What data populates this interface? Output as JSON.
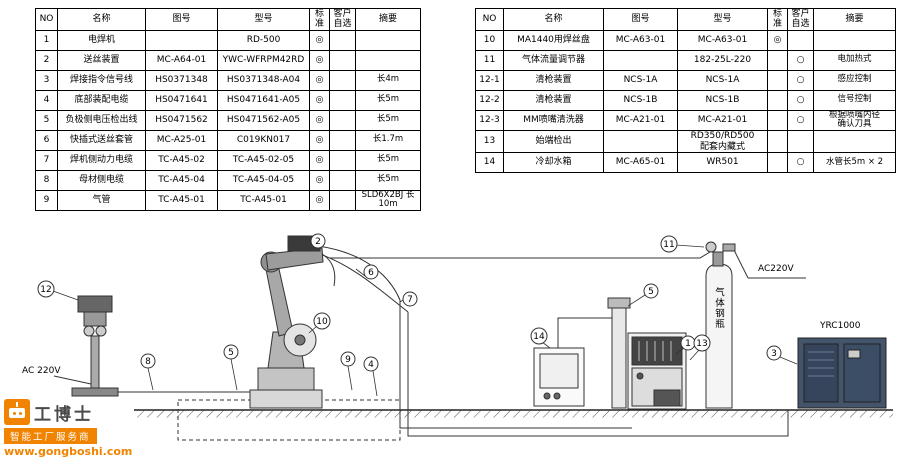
{
  "left_table": {
    "headers": [
      "NO",
      "名称",
      "图号",
      "型号",
      "标准",
      "客户\n自选",
      "摘要"
    ],
    "rows": [
      [
        "1",
        "电焊机",
        "",
        "RD-500",
        "◎",
        "",
        ""
      ],
      [
        "2",
        "送丝装置",
        "MC-A64-01",
        "YWC-WFRPM42RD",
        "◎",
        "",
        ""
      ],
      [
        "3",
        "焊接指令信号线",
        "HS0371348",
        "HS0371348-A04",
        "◎",
        "",
        "长4m"
      ],
      [
        "4",
        "底部装配电缆",
        "HS0471641",
        "HS0471641-A05",
        "◎",
        "",
        "长5m"
      ],
      [
        "5",
        "负极侧电压检出线",
        "HS0471562",
        "HS0471562-A05",
        "◎",
        "",
        "长5m"
      ],
      [
        "6",
        "快插式送丝套管",
        "MC-A25-01",
        "C019KN017",
        "◎",
        "",
        "长1.7m"
      ],
      [
        "7",
        "焊机侧动力电缆",
        "TC-A45-02",
        "TC-A45-02-05",
        "◎",
        "",
        "长5m"
      ],
      [
        "8",
        "母材侧电缆",
        "TC-A45-04",
        "TC-A45-04-05",
        "◎",
        "",
        "长5m"
      ],
      [
        "9",
        "气管",
        "TC-A45-01",
        "TC-A45-01",
        "◎",
        "",
        "SLD6X2BJ 长10m"
      ]
    ]
  },
  "right_table": {
    "headers": [
      "NO",
      "名称",
      "图号",
      "型号",
      "标准",
      "客户\n自选",
      "摘要"
    ],
    "rows": [
      [
        "10",
        "MA1440用焊丝盘",
        "MC-A63-01",
        "MC-A63-01",
        "◎",
        "",
        ""
      ],
      [
        "11",
        "气体流量调节器",
        "",
        "182-25L-220",
        "",
        "○",
        "电加热式"
      ],
      [
        "12-1",
        "清枪装置",
        "NCS-1A",
        "NCS-1A",
        "",
        "○",
        "感应控制"
      ],
      [
        "12-2",
        "清枪装置",
        "NCS-1B",
        "NCS-1B",
        "",
        "○",
        "信号控制"
      ],
      [
        "12-3",
        "MM喷嘴清洗器",
        "MC-A21-01",
        "MC-A21-01",
        "",
        "○",
        "根据喷嘴内径\n确认刀具"
      ],
      [
        "13",
        "始端检出",
        "",
        "RD350/RD500\n配套内藏式",
        "",
        "",
        ""
      ],
      [
        "14",
        "冷却水箱",
        "MC-A65-01",
        "WR501",
        "",
        "○",
        "水管长5m × 2"
      ]
    ]
  },
  "diagram": {
    "callouts": {
      "c1": "1",
      "c2": "2",
      "c3": "3",
      "c4": "4",
      "c5a": "5",
      "c5b": "5",
      "c6": "6",
      "c7": "7",
      "c8": "8",
      "c9": "9",
      "c10": "10",
      "c11": "11",
      "c12": "12",
      "c13": "13",
      "c14": "14"
    },
    "labels": {
      "ac220v_left": "AC 220V",
      "ac220v_right": "AC220V",
      "gas_cylinder": "气体钢瓶",
      "controller": "YRC1000"
    }
  },
  "watermark": {
    "brand": "工博士",
    "tagline": "智能工厂服务商",
    "url": "www.gongboshi.com",
    "brand_color": "#f08300"
  }
}
